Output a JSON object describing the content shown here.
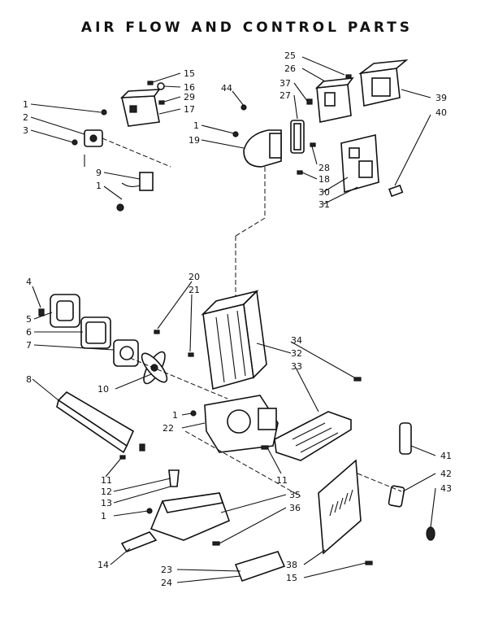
{
  "title": "AIR FLOW AND CONTROL PARTS",
  "labels": {
    "p1a": "1",
    "p2": "2",
    "p3": "3",
    "p15a": "15",
    "p16": "16",
    "p29": "29",
    "p17": "17",
    "p9": "9",
    "p1b": "1",
    "p25": "25",
    "p26": "26",
    "p37": "37",
    "p27": "27",
    "p44": "44",
    "p1c": "1",
    "p19": "19",
    "p39": "39",
    "p40": "40",
    "p28": "28",
    "p18": "18",
    "p30": "30",
    "p31": "31",
    "p4": "4",
    "p5": "5",
    "p6": "6",
    "p7": "7",
    "p8": "8",
    "p10": "10",
    "p20": "20",
    "p21": "21",
    "p34": "34",
    "p32": "32",
    "p33": "33",
    "p1d": "1",
    "p22": "22",
    "p11a": "11",
    "p11b": "11",
    "p12": "12",
    "p13": "13",
    "p1e": "1",
    "p35": "35",
    "p36": "36",
    "p14": "14",
    "p23": "23",
    "p24": "24",
    "p38": "38",
    "p15b": "15",
    "p41": "41",
    "p42": "42",
    "p43": "43"
  }
}
